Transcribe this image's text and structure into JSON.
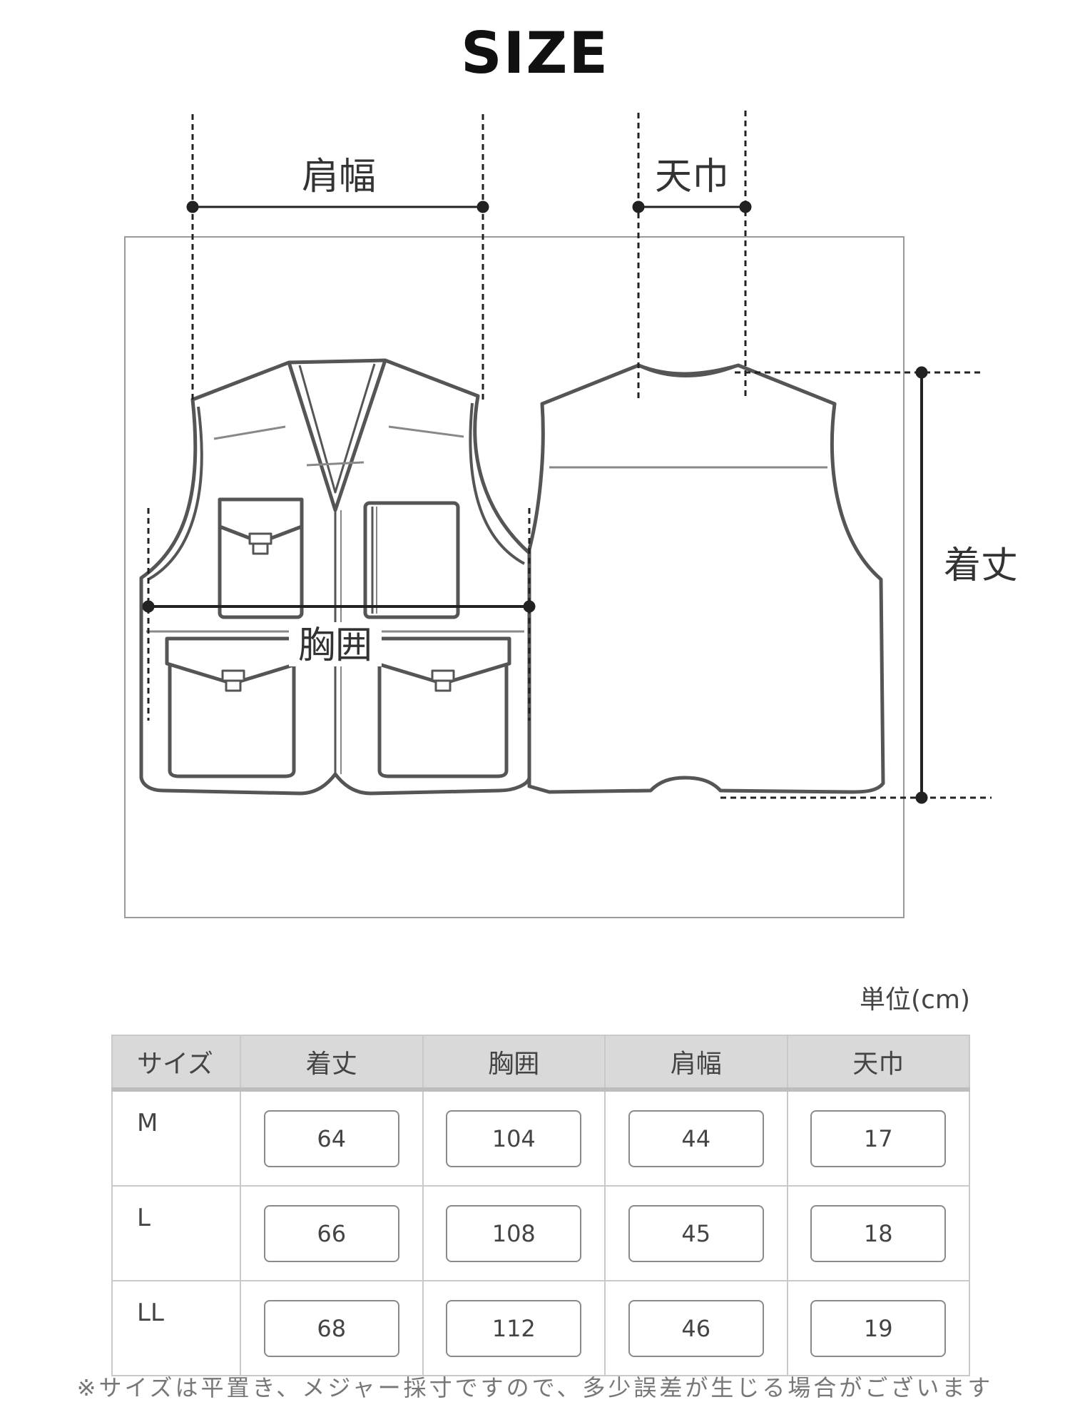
{
  "title": "SIZE",
  "diagram": {
    "labels": {
      "shoulder_width": "肩幅",
      "neck_width": "天巾",
      "length": "着丈",
      "chest": "胸囲"
    }
  },
  "unit_label": "単位(cm)",
  "table": {
    "headers": [
      "サイズ",
      "着丈",
      "胸囲",
      "肩幅",
      "天巾"
    ],
    "rows": [
      {
        "size": "M",
        "values": [
          "64",
          "104",
          "44",
          "17"
        ]
      },
      {
        "size": "L",
        "values": [
          "66",
          "108",
          "45",
          "18"
        ]
      },
      {
        "size": "LL",
        "values": [
          "68",
          "112",
          "46",
          "19"
        ]
      }
    ]
  },
  "footnote": "※サイズは平置き、メジャー採寸ですので、多少誤差が生じる場合がございます"
}
